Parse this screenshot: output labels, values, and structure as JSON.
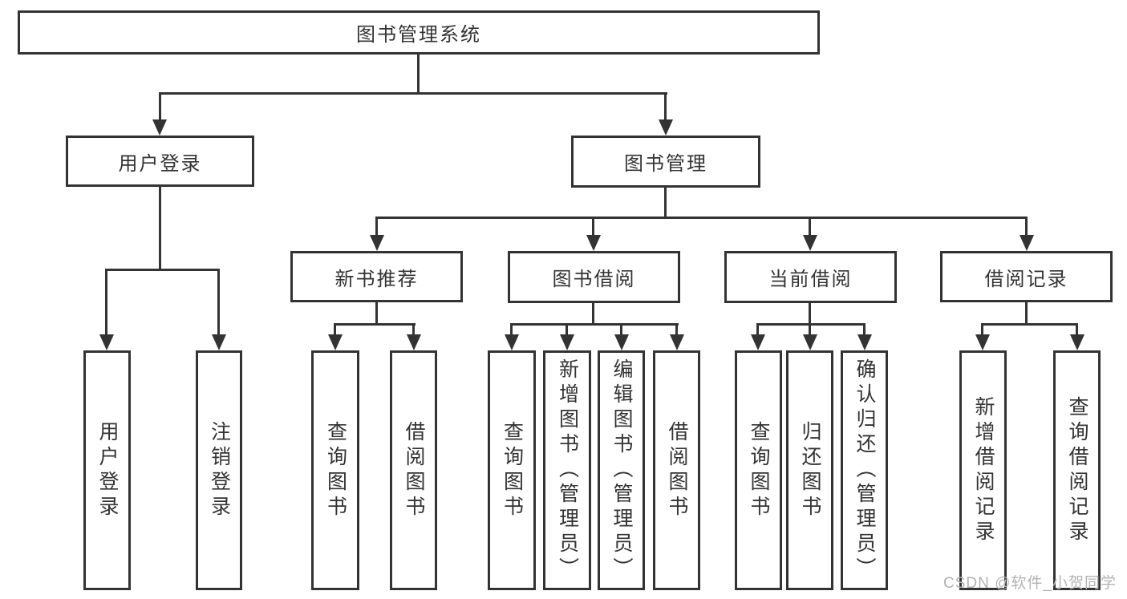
{
  "tree": {
    "root": {
      "label": "图书管理系统"
    },
    "branches": [
      {
        "label": "用户登录",
        "children": [
          {
            "label": "用户登录"
          },
          {
            "label": "注销登录"
          }
        ]
      },
      {
        "label": "图书管理",
        "children": [
          {
            "label": "新书推荐",
            "children": [
              {
                "label": "查询图书"
              },
              {
                "label": "借阅图书"
              }
            ]
          },
          {
            "label": "图书借阅",
            "children": [
              {
                "label": "查询图书"
              },
              {
                "label": "新增图书（管理员）"
              },
              {
                "label": "编辑图书（管理员）"
              },
              {
                "label": "借阅图书"
              }
            ]
          },
          {
            "label": "当前借阅",
            "children": [
              {
                "label": "查询图书"
              },
              {
                "label": "归还图书"
              },
              {
                "label": "确认归还（管理员）"
              }
            ]
          },
          {
            "label": "借阅记录",
            "children": [
              {
                "label": "新增借阅记录"
              },
              {
                "label": "查询借阅记录"
              }
            ]
          }
        ]
      }
    ]
  },
  "watermark": "CSDN @软件_小贺同学",
  "colors": {
    "line": "#333333",
    "text": "#333333",
    "watermark": "#b3b3b3",
    "background": "#ffffff"
  }
}
